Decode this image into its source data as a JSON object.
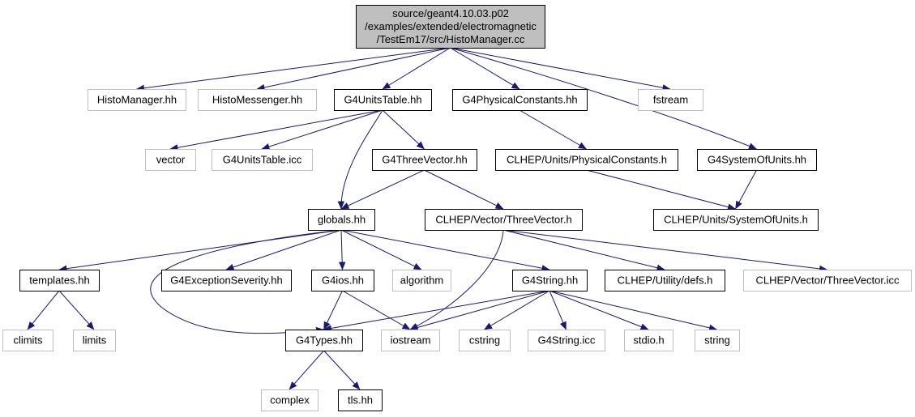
{
  "colors": {
    "edge": "#191970",
    "root_fill": "#bfbfbf",
    "node_border_documented": "#000000",
    "node_border_external": "#bfbfbf",
    "node_fill": "#ffffff",
    "text": "#000000"
  },
  "nodes": [
    {
      "id": "root",
      "label_lines": [
        "source/geant4.10.03.p02",
        "/examples/extended/electromagnetic",
        "/TestEm17/src/HistoManager.cc"
      ],
      "kind": "root"
    },
    {
      "id": "histomanager_hh",
      "label_lines": [
        "HistoManager.hh"
      ],
      "kind": "external"
    },
    {
      "id": "histomessenger_hh",
      "label_lines": [
        "HistoMessenger.hh"
      ],
      "kind": "external"
    },
    {
      "id": "g4unitstable_hh",
      "label_lines": [
        "G4UnitsTable.hh"
      ],
      "kind": "documented"
    },
    {
      "id": "g4physicalconstants_hh",
      "label_lines": [
        "G4PhysicalConstants.hh"
      ],
      "kind": "documented"
    },
    {
      "id": "fstream",
      "label_lines": [
        "fstream"
      ],
      "kind": "external"
    },
    {
      "id": "vector",
      "label_lines": [
        "vector"
      ],
      "kind": "external"
    },
    {
      "id": "g4unitstable_icc",
      "label_lines": [
        "G4UnitsTable.icc"
      ],
      "kind": "external"
    },
    {
      "id": "g4threevector_hh",
      "label_lines": [
        "G4ThreeVector.hh"
      ],
      "kind": "documented"
    },
    {
      "id": "clhep_physicalconstants_h",
      "label_lines": [
        "CLHEP/Units/PhysicalConstants.h"
      ],
      "kind": "documented"
    },
    {
      "id": "g4systemofunits_hh",
      "label_lines": [
        "G4SystemOfUnits.hh"
      ],
      "kind": "documented"
    },
    {
      "id": "globals_hh",
      "label_lines": [
        "globals.hh"
      ],
      "kind": "documented"
    },
    {
      "id": "clhep_threevector_h",
      "label_lines": [
        "CLHEP/Vector/ThreeVector.h"
      ],
      "kind": "documented"
    },
    {
      "id": "clhep_systemofunits_h",
      "label_lines": [
        "CLHEP/Units/SystemOfUnits.h"
      ],
      "kind": "documented"
    },
    {
      "id": "templates_hh",
      "label_lines": [
        "templates.hh"
      ],
      "kind": "documented"
    },
    {
      "id": "g4exceptionseverity_hh",
      "label_lines": [
        "G4ExceptionSeverity.hh"
      ],
      "kind": "documented"
    },
    {
      "id": "g4ios_hh",
      "label_lines": [
        "G4ios.hh"
      ],
      "kind": "documented"
    },
    {
      "id": "algorithm",
      "label_lines": [
        "algorithm"
      ],
      "kind": "external"
    },
    {
      "id": "g4string_hh",
      "label_lines": [
        "G4String.hh"
      ],
      "kind": "documented"
    },
    {
      "id": "clhep_utility_defs_h",
      "label_lines": [
        "CLHEP/Utility/defs.h"
      ],
      "kind": "documented"
    },
    {
      "id": "clhep_threevector_icc",
      "label_lines": [
        "CLHEP/Vector/ThreeVector.icc"
      ],
      "kind": "external"
    },
    {
      "id": "climits",
      "label_lines": [
        "climits"
      ],
      "kind": "external"
    },
    {
      "id": "limits",
      "label_lines": [
        "limits"
      ],
      "kind": "external"
    },
    {
      "id": "g4types_hh",
      "label_lines": [
        "G4Types.hh"
      ],
      "kind": "documented"
    },
    {
      "id": "iostream",
      "label_lines": [
        "iostream"
      ],
      "kind": "external"
    },
    {
      "id": "cstring",
      "label_lines": [
        "cstring"
      ],
      "kind": "external"
    },
    {
      "id": "g4string_icc",
      "label_lines": [
        "G4String.icc"
      ],
      "kind": "external"
    },
    {
      "id": "stdio_h",
      "label_lines": [
        "stdio.h"
      ],
      "kind": "external"
    },
    {
      "id": "string",
      "label_lines": [
        "string"
      ],
      "kind": "external"
    },
    {
      "id": "complex",
      "label_lines": [
        "complex"
      ],
      "kind": "external"
    },
    {
      "id": "tls_hh",
      "label_lines": [
        "tls.hh"
      ],
      "kind": "documented"
    }
  ],
  "edges": [
    [
      "root",
      "histomanager_hh"
    ],
    [
      "root",
      "histomessenger_hh"
    ],
    [
      "root",
      "g4unitstable_hh"
    ],
    [
      "root",
      "g4physicalconstants_hh"
    ],
    [
      "root",
      "fstream"
    ],
    [
      "root",
      "g4systemofunits_hh"
    ],
    [
      "g4unitstable_hh",
      "vector"
    ],
    [
      "g4unitstable_hh",
      "g4unitstable_icc"
    ],
    [
      "g4unitstable_hh",
      "g4threevector_hh"
    ],
    [
      "g4unitstable_hh",
      "globals_hh"
    ],
    [
      "g4physicalconstants_hh",
      "clhep_physicalconstants_h"
    ],
    [
      "g4systemofunits_hh",
      "clhep_systemofunits_h"
    ],
    [
      "clhep_physicalconstants_h",
      "clhep_systemofunits_h"
    ],
    [
      "g4threevector_hh",
      "globals_hh"
    ],
    [
      "g4threevector_hh",
      "clhep_threevector_h"
    ],
    [
      "globals_hh",
      "templates_hh"
    ],
    [
      "globals_hh",
      "g4exceptionseverity_hh"
    ],
    [
      "globals_hh",
      "g4ios_hh"
    ],
    [
      "globals_hh",
      "algorithm"
    ],
    [
      "globals_hh",
      "g4string_hh"
    ],
    [
      "globals_hh",
      "g4types_hh"
    ],
    [
      "clhep_threevector_h",
      "clhep_utility_defs_h"
    ],
    [
      "clhep_threevector_h",
      "clhep_threevector_icc"
    ],
    [
      "clhep_threevector_h",
      "iostream"
    ],
    [
      "templates_hh",
      "climits"
    ],
    [
      "templates_hh",
      "limits"
    ],
    [
      "g4ios_hh",
      "g4types_hh"
    ],
    [
      "g4ios_hh",
      "iostream"
    ],
    [
      "g4string_hh",
      "g4types_hh"
    ],
    [
      "g4string_hh",
      "iostream"
    ],
    [
      "g4string_hh",
      "cstring"
    ],
    [
      "g4string_hh",
      "g4string_icc"
    ],
    [
      "g4string_hh",
      "stdio_h"
    ],
    [
      "g4string_hh",
      "string"
    ],
    [
      "g4types_hh",
      "complex"
    ],
    [
      "g4types_hh",
      "tls_hh"
    ]
  ]
}
